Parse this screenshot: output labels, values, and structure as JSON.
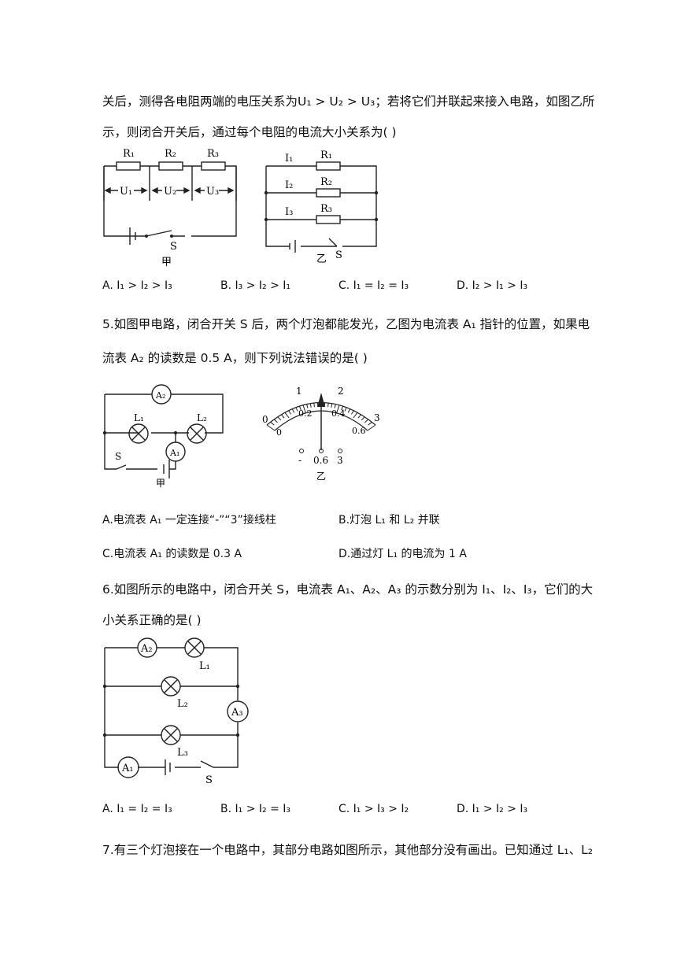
{
  "q4": {
    "line1": "关后，测得各电阻两端的电压关系为U₁ > U₂ > U₃；若将它们并联起来接入电路，如图乙所",
    "line2": "示，则闭合开关后，通过每个电阻的电流大小关系为(      )",
    "fig_a": {
      "resistors": [
        "R₁",
        "R₂",
        "R₃"
      ],
      "voltages": [
        "U₁",
        "U₂",
        "U₃"
      ],
      "switch": "S",
      "caption": "甲"
    },
    "fig_b": {
      "currents": [
        "I₁",
        "I₂",
        "I₃"
      ],
      "resistors": [
        "R₁",
        "R₂",
        "R₃"
      ],
      "switch": "S",
      "caption": "乙"
    },
    "options": [
      "A. I₁ > I₂ > I₃",
      "B. I₃ > I₂ > I₁",
      "C. I₁ = I₂ = I₃",
      "D. I₂ > I₁ > I₃"
    ]
  },
  "q5": {
    "line1": "5.如图甲电路，闭合开关 S 后，两个灯泡都能发光，乙图为电流表 A₁ 指针的位置，如果电",
    "line2": "流表 A₂ 的读数是 0.5 A，则下列说法错误的是(      )",
    "fig_a": {
      "ammeters": [
        "A₂",
        "A₁"
      ],
      "lamps": [
        "L₁",
        "L₂"
      ],
      "switch": "S",
      "caption": "甲"
    },
    "fig_b": {
      "upper_scale": [
        "0",
        "1",
        "2",
        "3"
      ],
      "lower_scale": [
        "0",
        "0.2",
        "0.4",
        "0.6"
      ],
      "terminals": [
        "-",
        "0.6",
        "3"
      ],
      "caption": "乙"
    },
    "options": [
      "A.电流表 A₁ 一定连接“-”“3”接线柱",
      "B.灯泡 L₁ 和 L₂ 并联",
      "C.电流表 A₁ 的读数是 0.3 A",
      "D.通过灯 L₁ 的电流为 1 A"
    ]
  },
  "q6": {
    "line1": "6.如图所示的电路中，闭合开关 S，电流表 A₁、A₂、A₃ 的示数分别为 I₁、I₂、I₃，它们的大",
    "line2": "小关系正确的是(      )",
    "fig": {
      "ammeters": [
        "A₂",
        "A₃",
        "A₁"
      ],
      "lamps": [
        "L₁",
        "L₂",
        "L₃"
      ],
      "switch": "S"
    },
    "options": [
      "A. I₁ = I₂ = I₃",
      "B. I₁ > I₂ = I₃",
      "C. I₁ > I₃ > I₂",
      "D. I₁ > I₂ > I₃"
    ]
  },
  "q7": {
    "line1": "7.有三个灯泡接在一个电路中，其部分电路如图所示，其他部分没有画出。已知通过 L₁、L₂"
  }
}
